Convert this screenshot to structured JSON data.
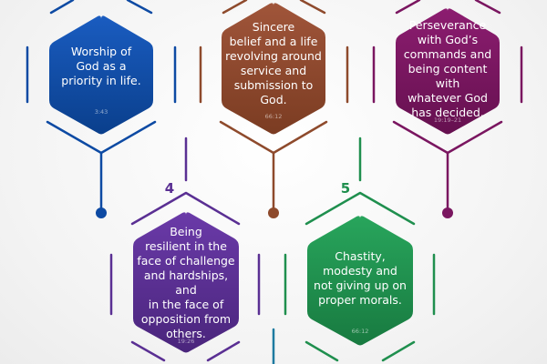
{
  "colors": {
    "blue": "#0c4fa8",
    "brown": "#8e4a2c",
    "plum": "#7a1660",
    "purple": "#5a2f93",
    "green": "#1f8f4e"
  },
  "steps": [
    {
      "text": "Worship of\nGod as a\npriority in life.",
      "ref": "3:43"
    },
    {
      "text": "Sincere\nbelief and a life\nrevolving around\nservice and\nsubmission to\nGod.",
      "ref": "66:12"
    },
    {
      "text": "Perseverance\nwith God’s\ncommands and\nbeing content with\nwhatever God\nhas decided.",
      "ref": "19:19–21"
    },
    {
      "number": "4",
      "text": "Being\nresilient in the\nface of challenge\nand hardships, and\nin the face of\nopposition from\nothers.",
      "ref": "19:26"
    },
    {
      "number": "5",
      "text": "Chastity,\nmodesty and\nnot giving up on\nproper morals.",
      "ref": "66:12"
    }
  ]
}
